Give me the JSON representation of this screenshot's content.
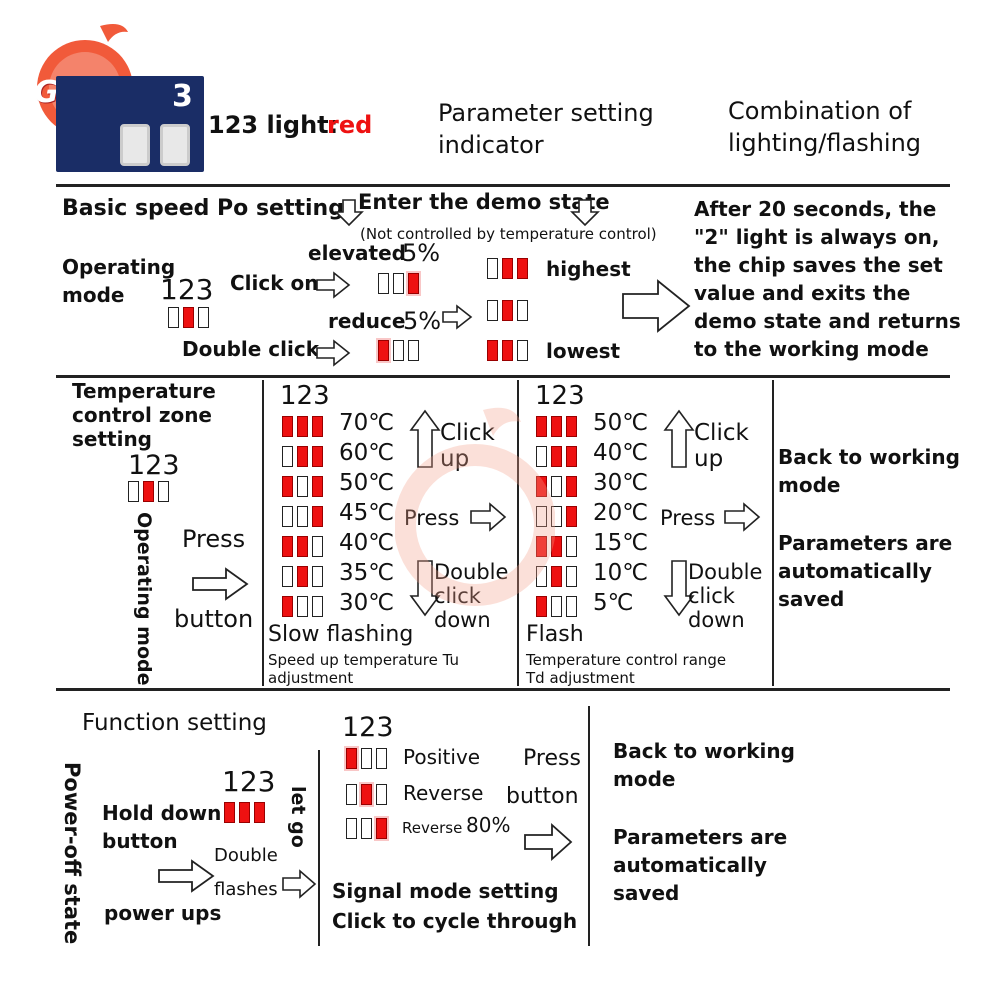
{
  "logo": {
    "text": "Giant"
  },
  "board": {
    "label": "3"
  },
  "header": {
    "light_label": "123 light:",
    "light_color": "red",
    "col2_line1": "Parameter setting",
    "col2_line2": "indicator",
    "col3_line1": "Combination of",
    "col3_line2": "lighting/flashing"
  },
  "speed": {
    "title": "Basic speed Po setting",
    "demo_title": "Enter the demo state",
    "demo_note": "(Not controlled by temperature control)",
    "mode_line1": "Operating",
    "mode_line2": "mode",
    "digits": "123",
    "click_on": "Click on",
    "double_click": "Double click",
    "elevated": "elevated",
    "elevated_pct": "5%",
    "reduce": "reduce",
    "reduce_pct": "5%",
    "highest": "highest",
    "lowest": "lowest",
    "result": [
      "After 20 seconds, the",
      "\"2\" light is always on,",
      "the chip saves the set",
      "value and exits the",
      "demo state and returns",
      "to the working mode"
    ]
  },
  "temp": {
    "title": [
      "Temperature",
      "control zone",
      "setting"
    ],
    "digits": "123",
    "operating_mode": "Operating mode",
    "press": "Press",
    "button": "button",
    "tu": {
      "digits": "123",
      "rows": [
        "70℃",
        "60℃",
        "50℃",
        "45℃",
        "40℃",
        "35℃",
        "30℃"
      ],
      "click_up": [
        "Click",
        "up"
      ],
      "press": "Press",
      "double_click_down": [
        "Double",
        "click",
        "down"
      ],
      "mode": "Slow flashing",
      "desc": [
        "Speed up temperature Tu",
        "adjustment"
      ]
    },
    "td": {
      "digits": "123",
      "rows": [
        "50℃",
        "40℃",
        "30℃",
        "20℃",
        "15℃",
        "10℃",
        "5℃"
      ],
      "click_up": [
        "Click",
        "up"
      ],
      "press": "Press",
      "double_click_down": [
        "Double",
        "click",
        "down"
      ],
      "mode": "Flash",
      "desc": [
        "Temperature control range",
        "Td adjustment"
      ]
    },
    "back": [
      "Back to working",
      "mode"
    ],
    "saved": [
      "Parameters are",
      "automatically",
      "saved"
    ]
  },
  "func": {
    "title": "Function setting",
    "power_off": "Power-off state",
    "hold_down": [
      "Hold down",
      "button"
    ],
    "digits": "123",
    "let_go": "let go",
    "double_flashes": [
      "Double",
      "flashes"
    ],
    "power_ups": "power ups",
    "sig_digits": "123",
    "positive": "Positive",
    "reverse": "Reverse",
    "reverse80_label": "Reverse",
    "reverse80_pct": "80%",
    "press_button": [
      "Press",
      "button"
    ],
    "signal_title": [
      "Signal mode setting",
      "Click to cycle through"
    ],
    "back": [
      "Back to working",
      "mode"
    ],
    "saved": [
      "Parameters are",
      "automatically",
      "saved"
    ]
  }
}
